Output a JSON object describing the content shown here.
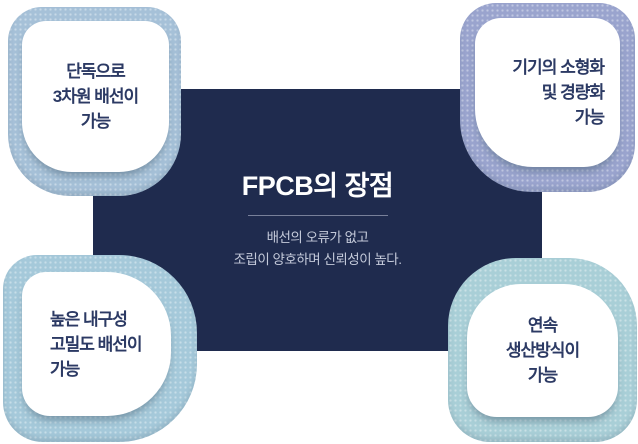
{
  "center": {
    "title": "FPCB의 장점",
    "subtitle_line1": "배선의 오류가 없고",
    "subtitle_line2": "조립이 양호하며 신뢰성이 높다.",
    "background_color": "#1f2b4e",
    "title_color": "#ffffff",
    "subtitle_color": "#c4cada",
    "divider_color": "#78809a"
  },
  "bubble_text_color": "#2c3a64",
  "bubbles": [
    {
      "id": "top-left",
      "lines": [
        "단독으로",
        "3차원 배선이",
        "가능"
      ],
      "border_color": "#a6c1d8",
      "text_align": "center"
    },
    {
      "id": "top-right",
      "lines": [
        "기기의 소형화",
        "및 경량화",
        "가능"
      ],
      "border_color": "#9aa4ce",
      "text_align": "right"
    },
    {
      "id": "bottom-left",
      "lines": [
        "높은 내구성",
        "고밀도 배선이",
        "가능"
      ],
      "border_color": "#a5c9da",
      "text_align": "left"
    },
    {
      "id": "bottom-right",
      "lines": [
        "연속",
        "생산방식이",
        "가능"
      ],
      "border_color": "#a9cfd7",
      "text_align": "center"
    }
  ]
}
